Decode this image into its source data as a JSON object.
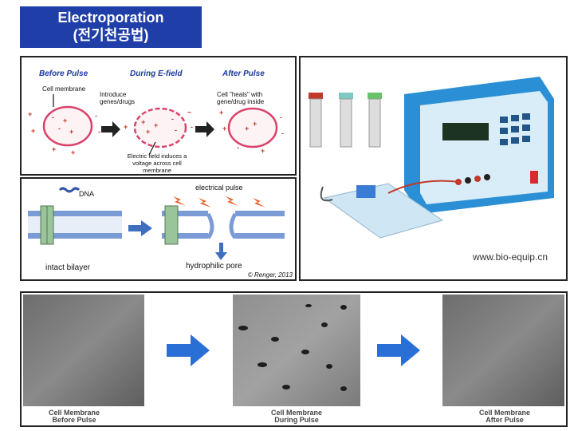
{
  "title": {
    "line1": "Electroporation",
    "line2": "(전기천공법)"
  },
  "cells_panel": {
    "before": "Before Pulse",
    "during": "During E-field",
    "after": "After Pulse",
    "cell_membrane": "Cell membrane",
    "introduce_1": "Introduce",
    "introduce_2": "genes/drugs",
    "heals_1": "Cell \"heals\" with",
    "heals_2": "gene/drug inside",
    "field_1": "Electric field induces a",
    "field_2": "voltage across cell",
    "field_3": "membrane"
  },
  "bilayer_panel": {
    "dna": "DNA",
    "electrical_pulse": "electrical pulse",
    "intact": "intact bilayer",
    "hydrophilic": "hydrophilic pore",
    "credit": "© Renger, 2013"
  },
  "device_panel": {
    "watermark": "www.bio-equip.cn"
  },
  "micro_panel": {
    "before_1": "Cell Membrane",
    "before_2": "Before Pulse",
    "during_1": "Cell Membrane",
    "during_2": "During Pulse",
    "after_1": "Cell Membrane",
    "after_2": "After Pulse"
  },
  "colors": {
    "title_bg": "#1f3ea8",
    "heading_blue": "#1a3a9e",
    "arrow_blue": "#2a6fd6",
    "cell_pink": "#d9436a"
  }
}
